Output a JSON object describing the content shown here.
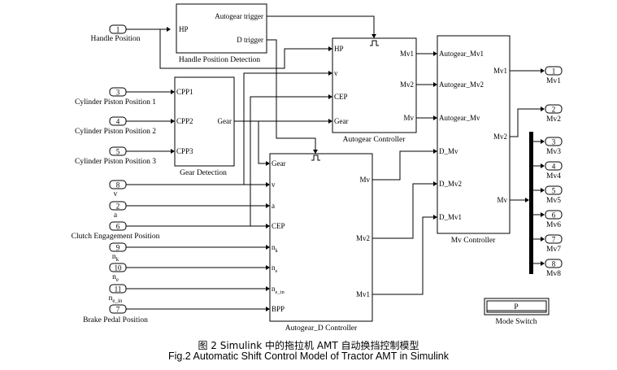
{
  "in_ports": [
    {
      "id": "hp",
      "num": "1",
      "label": "Handle Position"
    },
    {
      "id": "cpp1",
      "num": "3",
      "label": "Cylinder Piston Position 1"
    },
    {
      "id": "cpp2",
      "num": "4",
      "label": "Cylinder Piston Position 2"
    },
    {
      "id": "cpp3",
      "num": "5",
      "label": "Cylinder Piston Position 3"
    },
    {
      "id": "v",
      "num": "8",
      "label": "v"
    },
    {
      "id": "a",
      "num": "2",
      "label": "a"
    },
    {
      "id": "cep",
      "num": "6",
      "label": "Clutch Engagement Position"
    },
    {
      "id": "nk",
      "num": "9",
      "label": "n",
      "sub": "k"
    },
    {
      "id": "ne",
      "num": "10",
      "label": "n",
      "sub": "e"
    },
    {
      "id": "nein",
      "num": "11",
      "label": "n",
      "sub": "e_in"
    },
    {
      "id": "bpp",
      "num": "7",
      "label": "Brake Pedal Position"
    }
  ],
  "out_ports": [
    {
      "id": "mv1",
      "num": "1",
      "label": "Mv1"
    },
    {
      "id": "mv2",
      "num": "2",
      "label": "Mv2"
    },
    {
      "id": "mv3",
      "num": "3",
      "label": "Mv3"
    },
    {
      "id": "mv4",
      "num": "4",
      "label": "Mv4"
    },
    {
      "id": "mv5",
      "num": "5",
      "label": "Mv5"
    },
    {
      "id": "mv6",
      "num": "6",
      "label": "Mv6"
    },
    {
      "id": "mv7",
      "num": "7",
      "label": "Mv7"
    },
    {
      "id": "mv8",
      "num": "8",
      "label": "Mv8"
    }
  ],
  "blocks": {
    "hpd": {
      "title": "Handle Position Detection",
      "in": [
        "HP"
      ],
      "out": [
        "Autogear trigger",
        "D trigger"
      ]
    },
    "gd": {
      "title": "Gear Detection",
      "in": [
        "CPP1",
        "CPP2",
        "CPP3"
      ],
      "out": [
        "Gear"
      ]
    },
    "ac": {
      "title": "Autogear Controller",
      "in": [
        "HP",
        "v",
        "CEP",
        "Gear"
      ],
      "out": [
        "Mv1",
        "Mv2",
        "Mv"
      ]
    },
    "adc": {
      "title": "Autogear_D Controller",
      "in": [
        "Gear",
        "v",
        "a",
        "CEP",
        "n",
        "n",
        "n",
        "BPP"
      ],
      "in_sub": [
        "",
        "",
        "",
        "",
        "k",
        "e",
        "e_in",
        ""
      ],
      "out": [
        "Mv",
        "Mv2",
        "Mv1"
      ]
    },
    "mvc": {
      "title": "Mv Controller",
      "in": [
        "Autogear_Mv1",
        "Autogear_Mv2",
        "Autogear_Mv",
        "D_Mv",
        "D_Mv2",
        "D_Mv1"
      ],
      "out": [
        "Mv1",
        "Mv2",
        "Mv"
      ]
    }
  },
  "mode_switch": {
    "label": "Mode Switch",
    "value": "P"
  },
  "caption": {
    "zh": "图 2   Simulink 中的拖拉机 AMT 自动换挡控制模型",
    "en": "Fig.2  Automatic Shift Control Model of Tractor AMT in Simulink"
  }
}
